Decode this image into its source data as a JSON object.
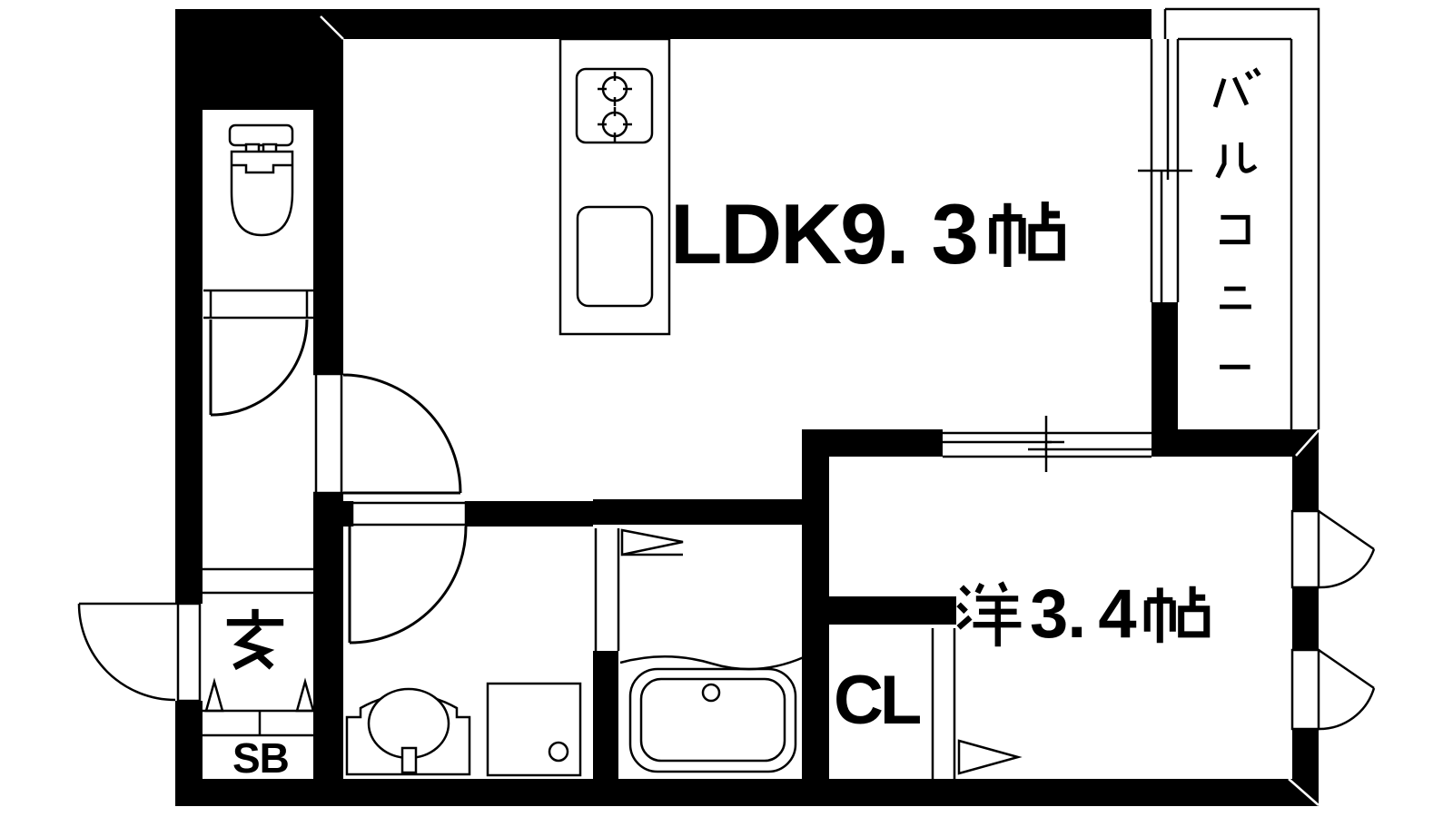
{
  "plan": {
    "type": "apartment-floor-plan",
    "colors": {
      "wall": "#000000",
      "line": "#000000",
      "background": "#ffffff"
    },
    "rooms": {
      "ldk": {
        "label": "LDK9.3帖",
        "latin_before": "LDK9.",
        "latin_after": "3",
        "unit_glyph": "帖"
      },
      "western_room": {
        "label": "洋3.4帖",
        "num_before": "3.",
        "num_after": "4",
        "unit_glyph": "帖"
      },
      "balcony": {
        "label": "バルコニー"
      },
      "entrance": {
        "label": "玄"
      },
      "shoe_box": {
        "label": "SB"
      },
      "closet": {
        "label": "CL"
      }
    },
    "fixtures": [
      {
        "name": "toilet"
      },
      {
        "name": "kitchen-counter"
      },
      {
        "name": "stove",
        "burners": 2
      },
      {
        "name": "kitchen-sink"
      },
      {
        "name": "washbasin"
      },
      {
        "name": "washing-machine-pan"
      },
      {
        "name": "bathtub"
      },
      {
        "name": "shoe-box",
        "compartments": 2
      }
    ],
    "openings": [
      {
        "name": "entrance-door",
        "type": "swing"
      },
      {
        "name": "toilet-door",
        "type": "swing"
      },
      {
        "name": "ldk-door",
        "type": "swing"
      },
      {
        "name": "washroom-door",
        "type": "swing"
      },
      {
        "name": "bathroom-door",
        "type": "folding"
      },
      {
        "name": "closet-door",
        "type": "folding"
      },
      {
        "name": "balcony-sliding-window",
        "type": "sliding"
      },
      {
        "name": "ldk-bedroom-sliding-door",
        "type": "sliding"
      },
      {
        "name": "casement-window-upper",
        "type": "casement"
      },
      {
        "name": "casement-window-lower",
        "type": "casement"
      }
    ]
  }
}
